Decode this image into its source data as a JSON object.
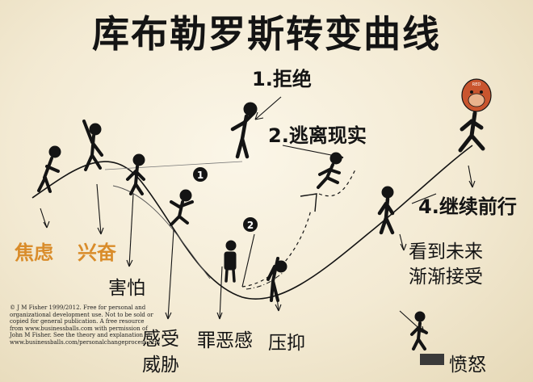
{
  "title": "库布勒罗斯转变曲线",
  "stages": {
    "denial": "1.拒绝",
    "escape": "2.逃离现实",
    "move_on": "4.继续前行"
  },
  "emotions": {
    "anxiety": "焦虑",
    "excitement": "兴奋",
    "fear": "害怕",
    "threat_line1": "感受",
    "threat_line2": "威胁",
    "guilt": "罪恶感",
    "depression": "压抑",
    "acceptance_line1": "看到未来",
    "acceptance_line2": "渐渐接受",
    "anger": "愤怒"
  },
  "markers": {
    "m1": "1",
    "m2": "2"
  },
  "head_badge": "RED",
  "copyright": "© J M Fisher 1999/2012. Free for personal and organizational development use. Not to be sold or copied for general publication. A free resource from www.businessballs.com with permission of John M Fisher. See the theory and explanation at www.businessballs.com/personalchangeprocess.htm",
  "colors": {
    "ink": "#141414",
    "accent_orange": "#d98c2a",
    "monkey_head": "#c9552e",
    "background": "#f3ead3"
  }
}
